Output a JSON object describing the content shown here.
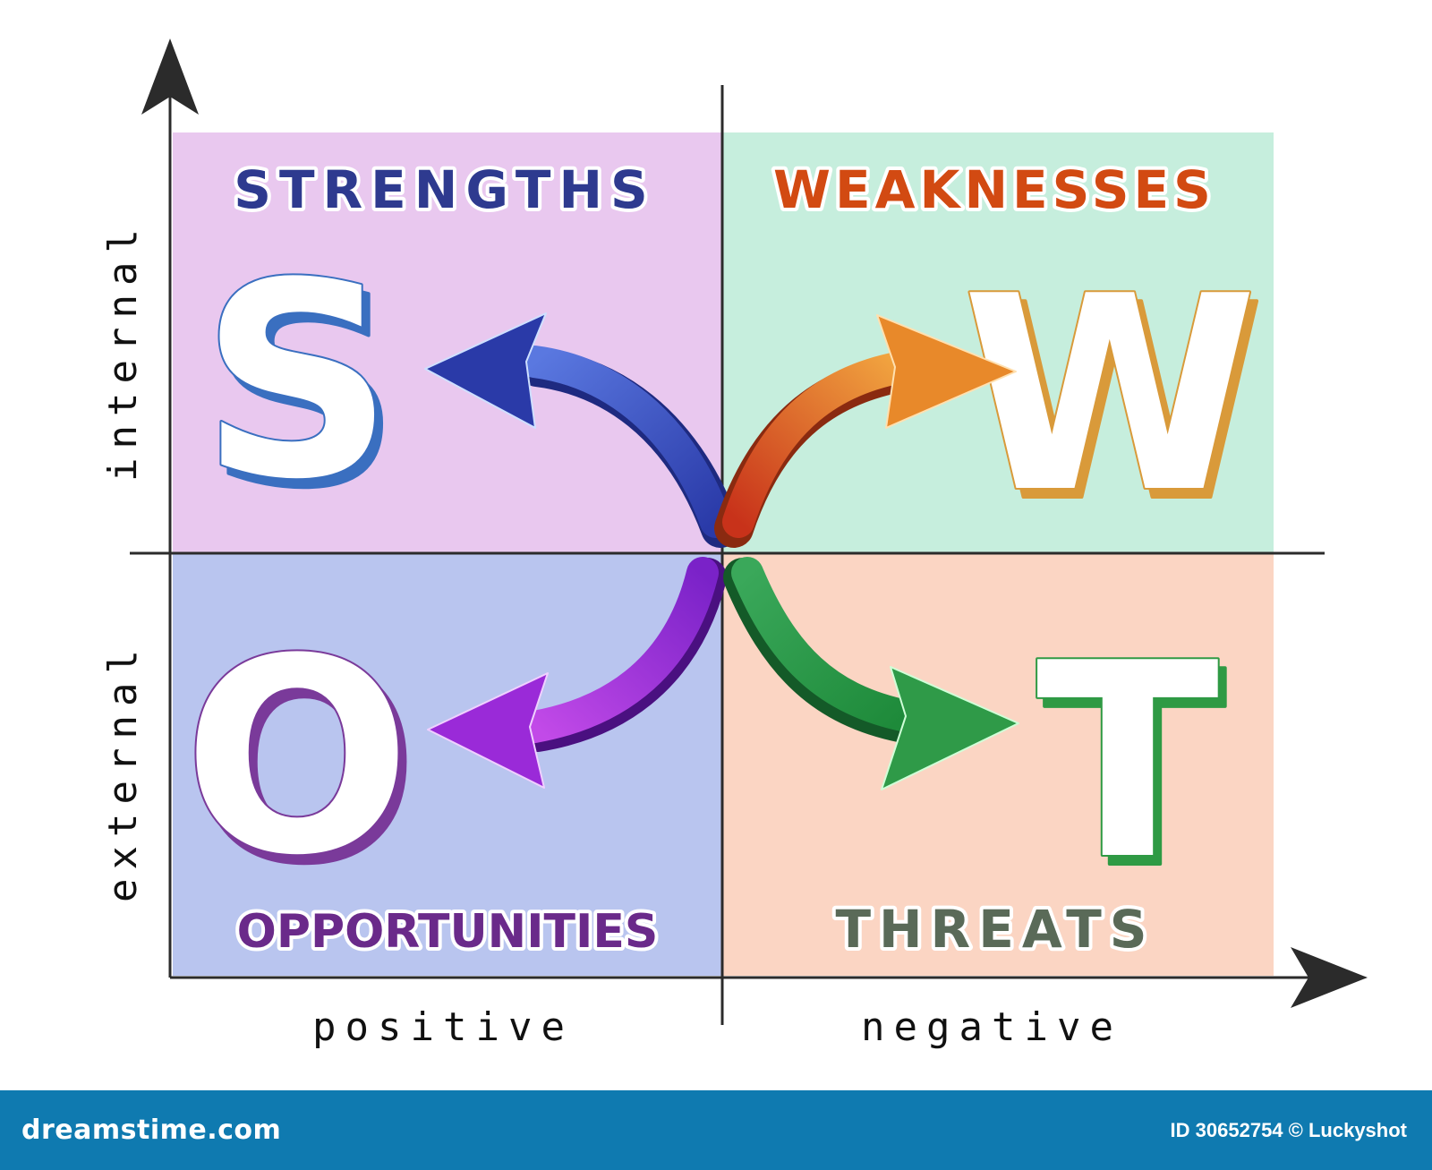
{
  "axes": {
    "y_top_label": "internal",
    "y_bottom_label": "external",
    "x_left_label": "positive",
    "x_right_label": "negative"
  },
  "quadrants": {
    "strengths": {
      "title": "STRENGTHS",
      "letter": "S",
      "fill": "#e9c8ef",
      "title_color": "#2e3a8f",
      "letter_edge": "#3a6fc0",
      "arrow_color": "#3450c8"
    },
    "weaknesses": {
      "title": "WEAKNESSES",
      "letter": "W",
      "fill": "#c6eedd",
      "title_color": "#d24a12",
      "letter_edge": "#d99a3a",
      "arrow_color": "#e07a20"
    },
    "opportunities": {
      "title": "OPPORTUNITIES",
      "letter": "O",
      "fill": "#b9c5ef",
      "title_color": "#6a2a8a",
      "letter_edge": "#7a3a9a",
      "arrow_color": "#a030d8"
    },
    "threats": {
      "title": "THREATS",
      "letter": "T",
      "fill": "#fbd5c3",
      "title_color": "#5a6a58",
      "letter_edge": "#2f9a44",
      "arrow_color": "#2f9a48"
    }
  },
  "footer": {
    "site": "dreamstime.com",
    "credit": "ID 30652754 © Luckyshot"
  }
}
